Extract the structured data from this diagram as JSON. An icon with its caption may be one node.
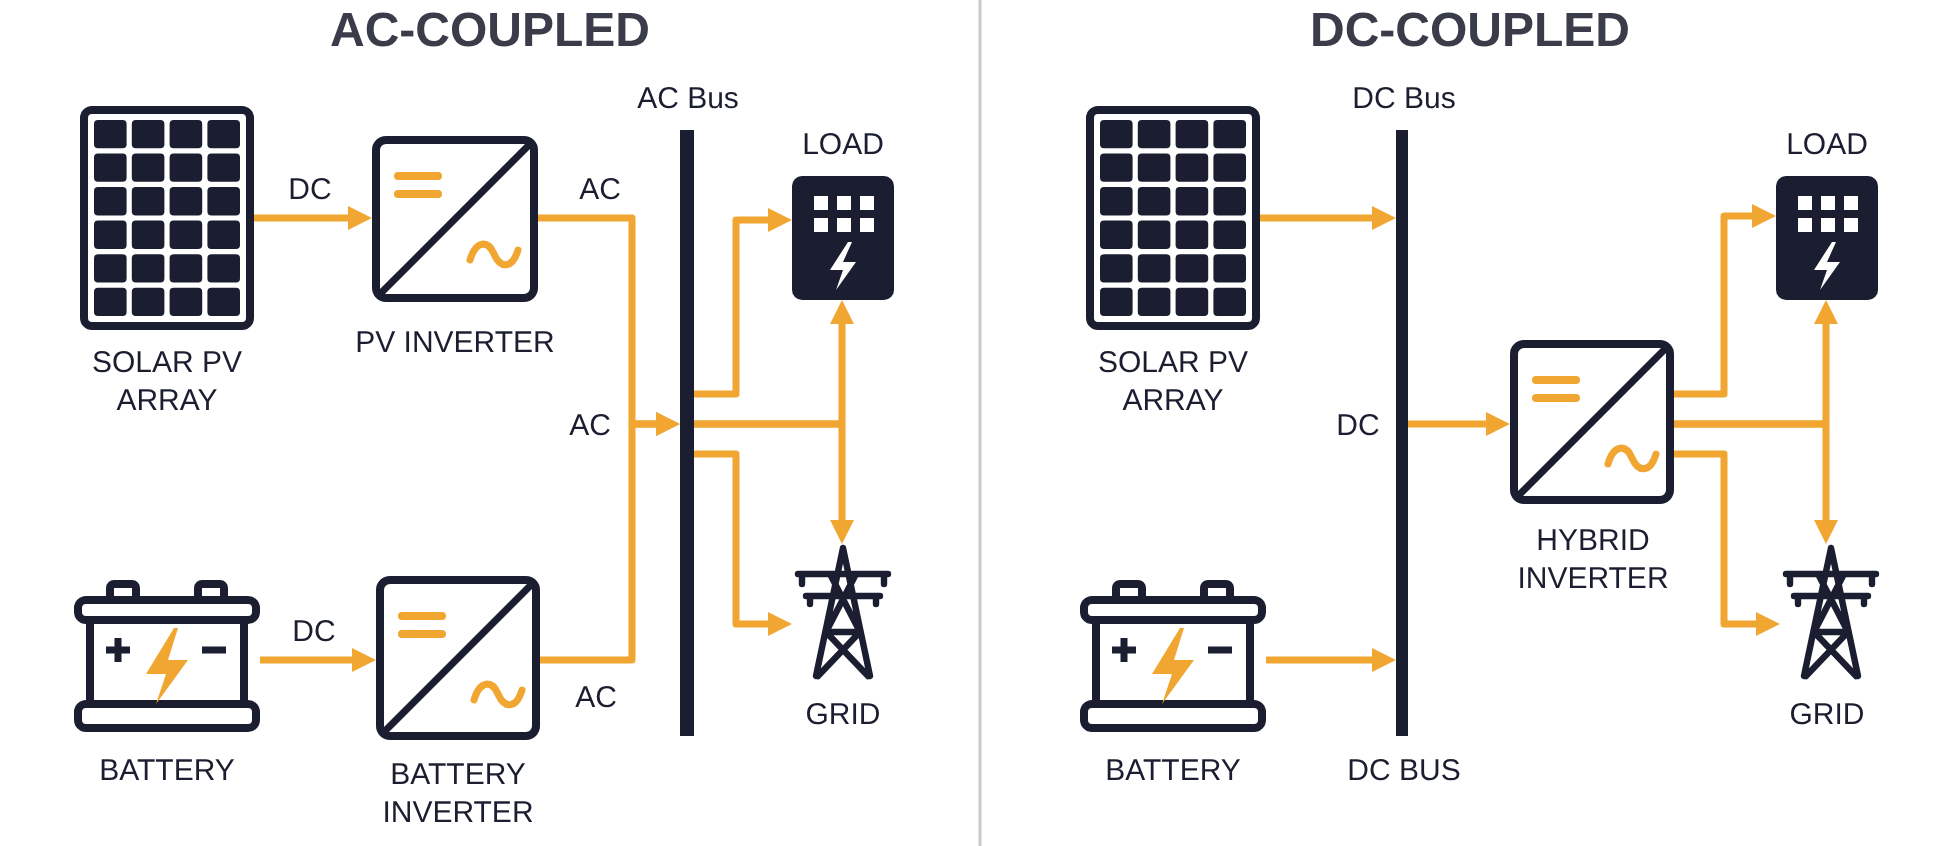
{
  "diagram": {
    "nodes": [
      {
        "text": [
          "SOLAR PV ARRAY"
        ]
      },
      {
        "text": [
          "PV INVERTER"
        ]
      },
      {
        "text": [
          "AC Bus"
        ]
      },
      {
        "text": [
          "LOAD"
        ]
      },
      {
        "text": [
          "GRID"
        ]
      },
      {
        "text": [
          "BATTERY"
        ]
      },
      {
        "text": [
          "BATTERY INVERTER"
        ]
      },
      {
        "text": [
          "SOLAR PV ARRAY"
        ]
      },
      {
        "text": [
          "DC Bus",
          "DC BUS"
        ]
      },
      {
        "text": [
          "HYBRID INVERTER"
        ]
      },
      {
        "text": [
          "LOAD"
        ]
      },
      {
        "text": [
          "GRID"
        ]
      },
      {
        "text": [
          "BATTERY"
        ]
      }
    ],
    "edges": [
      {
        "from": 0,
        "to": 1,
        "arrow": "to",
        "label": "DC"
      },
      {
        "from": 1,
        "to": 2,
        "arrow": "to",
        "label": "AC"
      },
      {
        "from": 5,
        "to": 6,
        "arrow": "to",
        "label": "DC"
      },
      {
        "from": 6,
        "to": 2,
        "arrow": "to",
        "label": "AC"
      },
      {
        "from": 2,
        "to": 3,
        "arrow": "to"
      },
      {
        "from": 2,
        "to": 3,
        "arrow": "to"
      },
      {
        "from": 2,
        "to": 4,
        "arrow": "to"
      },
      {
        "from": 2,
        "to": 4,
        "arrow": "to"
      },
      {
        "from": 7,
        "to": 8,
        "arrow": "to"
      },
      {
        "from": 12,
        "to": 8,
        "arrow": "to"
      },
      {
        "from": 8,
        "to": 9,
        "arrow": "to"
      },
      {
        "from": 9,
        "to": 10,
        "arrow": "to"
      },
      {
        "from": 9,
        "to": 10,
        "arrow": "to"
      },
      {
        "from": 9,
        "to": 11,
        "arrow": "to"
      },
      {
        "from": 9,
        "to": 11,
        "arrow": "to"
      }
    ],
    "labels": [
      "AC-COUPLED",
      "DC-COUPLED",
      "AC",
      "DC"
    ]
  }
}
